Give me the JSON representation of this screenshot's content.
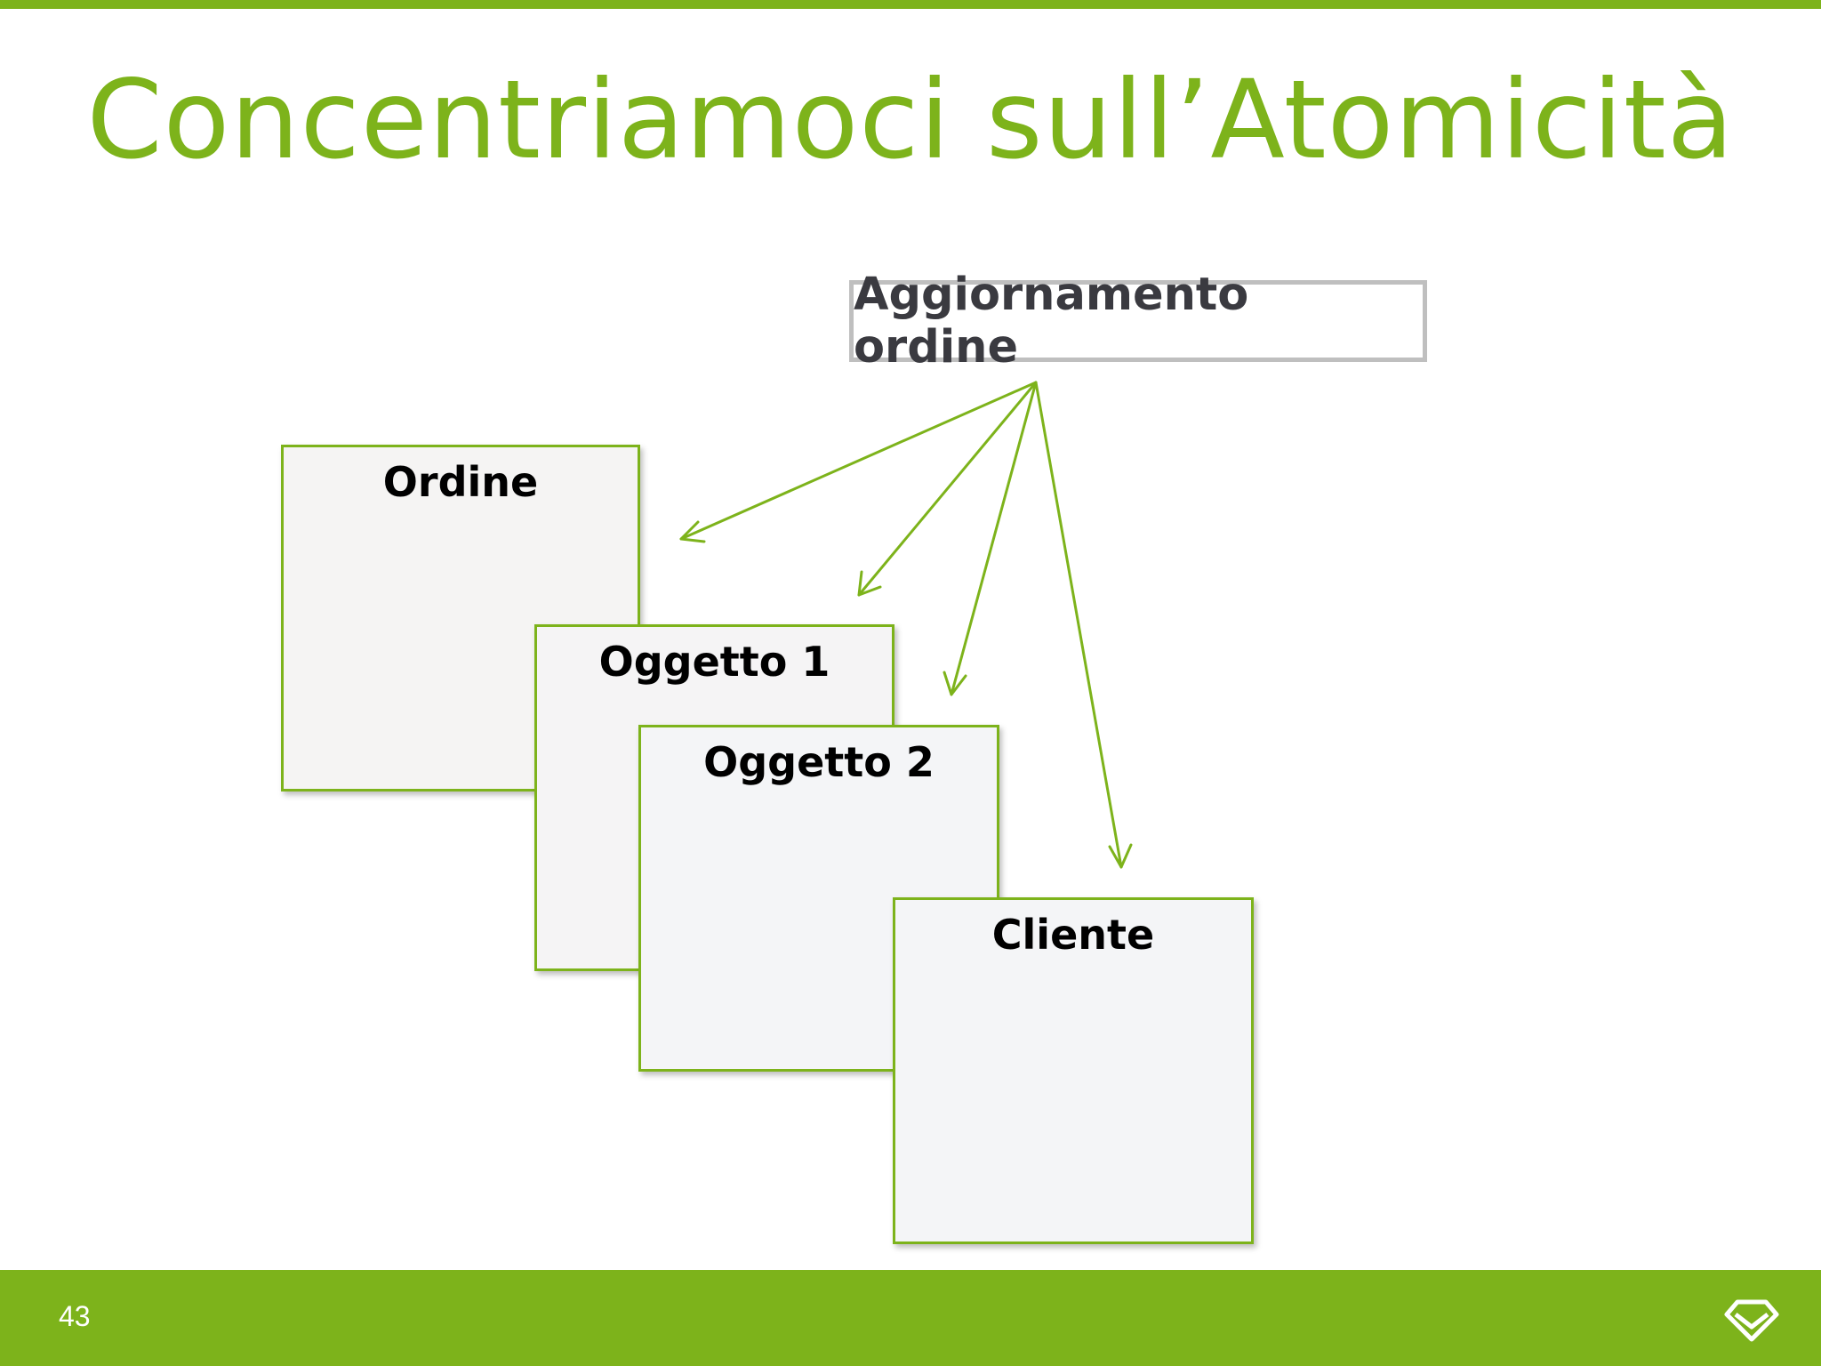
{
  "slide": {
    "title": "Concentriamoci sull’Atomicità",
    "page_number": "43"
  },
  "diagram": {
    "source": "Aggiornamento ordine",
    "entities": [
      {
        "id": "ordine",
        "label": "Ordine"
      },
      {
        "id": "oggetto1",
        "label": "Oggetto 1"
      },
      {
        "id": "oggetto2",
        "label": "Oggetto 2"
      },
      {
        "id": "cliente",
        "label": "Cliente"
      }
    ],
    "edges": [
      {
        "from": "Aggiornamento ordine",
        "to": "Ordine"
      },
      {
        "from": "Aggiornamento ordine",
        "to": "Oggetto 1"
      },
      {
        "from": "Aggiornamento ordine",
        "to": "Oggetto 2"
      },
      {
        "from": "Aggiornamento ordine",
        "to": "Cliente"
      }
    ]
  },
  "colors": {
    "accent": "#7db31b",
    "box_border": "#bfbfbf",
    "text": "#3a3a40"
  },
  "icons": {
    "footer_logo": "diamond-logo-icon"
  }
}
